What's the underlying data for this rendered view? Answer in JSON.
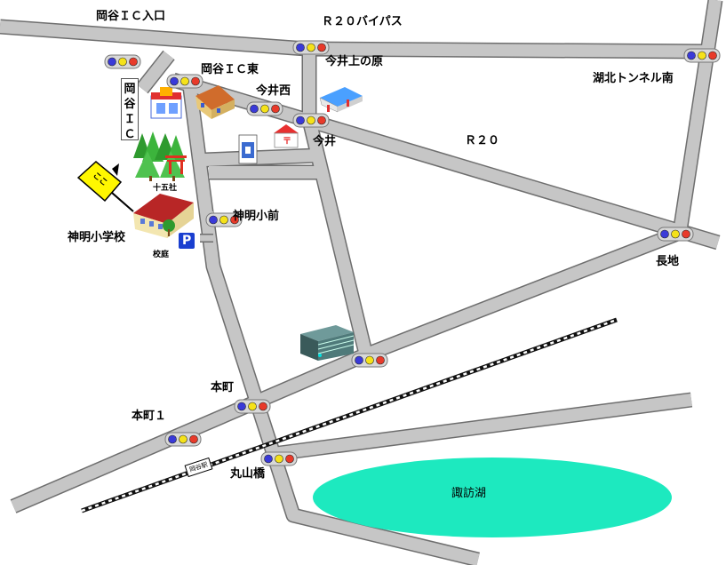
{
  "labels": {
    "okaya_ic_entrance": "岡谷ＩＣ入口",
    "r20_bypass": "Ｒ２０バイパス",
    "okaya_ic_east": "岡谷ＩＣ東",
    "imai_kaminohara": "今井上の原",
    "kohoku_tunnel_south": "湖北トンネル南",
    "imai_nishi": "今井西",
    "imai": "今井",
    "r20": "Ｒ２０",
    "okaya_ic": "岡谷ＩＣ",
    "shinmei_shomae": "神明小前",
    "shinmei_school": "神明小学校",
    "jyugosha": "十五社",
    "koutei": "校庭",
    "here": "ここ",
    "nagachi": "長地",
    "honmachi": "本町",
    "honmachi1": "本町１",
    "maruyamabashi": "丸山橋",
    "suwa_lake": "諏訪湖",
    "station": "岡谷駅",
    "parking": "P"
  },
  "colors": {
    "road_fill": "#c6c6c6",
    "road_edge": "#6e6e6e",
    "lake": "#1de9bf",
    "signal_box": "#d8d8d8",
    "signal_blue": "#3a3ad8",
    "signal_yellow": "#f5e21a",
    "signal_red": "#e83a2a",
    "parking_blue": "#1a3fd0",
    "here_yellow": "#fff700"
  },
  "icons": [
    "traffic-signal-icon",
    "convenience-store-icon",
    "restaurant-icon",
    "gas-station-icon",
    "post-office-icon",
    "bank-icon",
    "office-building-icon",
    "school-building-icon",
    "shrine-forest-icon",
    "parking-icon",
    "here-sign-icon"
  ]
}
